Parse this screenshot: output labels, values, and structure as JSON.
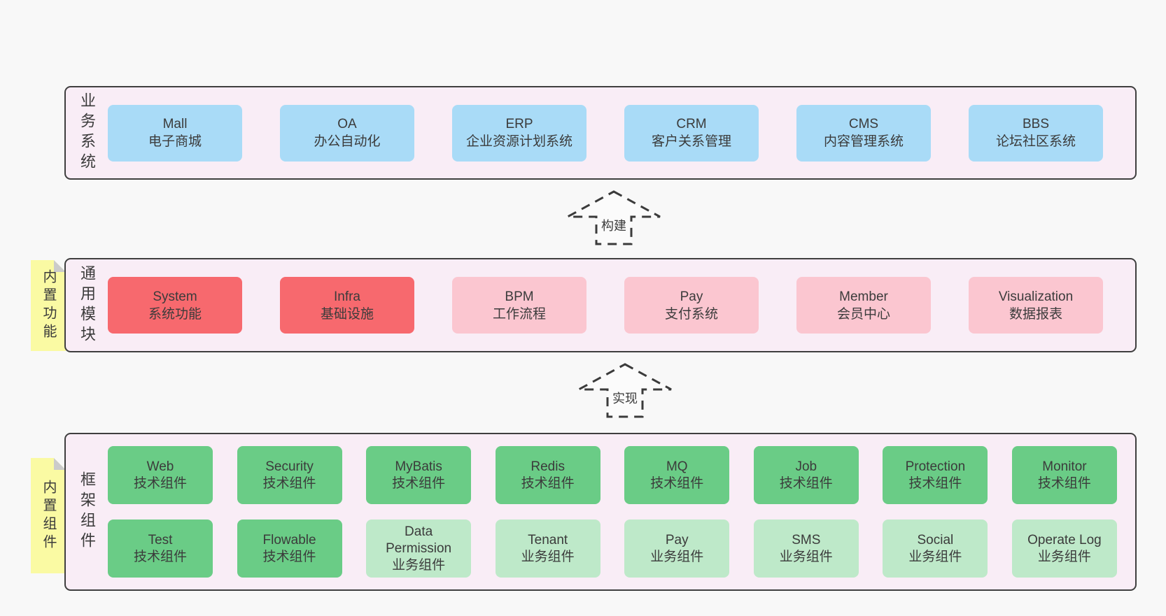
{
  "panels": [
    {
      "label": "业务系统",
      "boxes": [
        {
          "title": "Mall",
          "subtitle": "电子商城"
        },
        {
          "title": "OA",
          "subtitle": "办公自动化"
        },
        {
          "title": "ERP",
          "subtitle": "企业资源计划系统"
        },
        {
          "title": "CRM",
          "subtitle": "客户关系管理"
        },
        {
          "title": "CMS",
          "subtitle": "内容管理系统"
        },
        {
          "title": "BBS",
          "subtitle": "论坛社区系统"
        }
      ]
    },
    {
      "label": "通用模块",
      "note": "内置功能",
      "boxes": [
        {
          "title": "System",
          "subtitle": "系统功能"
        },
        {
          "title": "Infra",
          "subtitle": "基础设施"
        },
        {
          "title": "BPM",
          "subtitle": "工作流程"
        },
        {
          "title": "Pay",
          "subtitle": "支付系统"
        },
        {
          "title": "Member",
          "subtitle": "会员中心"
        },
        {
          "title": "Visualization",
          "subtitle": "数据报表"
        }
      ]
    },
    {
      "label": "框架组件",
      "note": "内置组件",
      "rows": [
        [
          {
            "title": "Web",
            "subtitle": "技术组件"
          },
          {
            "title": "Security",
            "subtitle": "技术组件"
          },
          {
            "title": "MyBatis",
            "subtitle": "技术组件"
          },
          {
            "title": "Redis",
            "subtitle": "技术组件"
          },
          {
            "title": "MQ",
            "subtitle": "技术组件"
          },
          {
            "title": "Job",
            "subtitle": "技术组件"
          },
          {
            "title": "Protection",
            "subtitle": "技术组件"
          },
          {
            "title": "Monitor",
            "subtitle": "技术组件"
          }
        ],
        [
          {
            "title": "Test",
            "subtitle": "技术组件"
          },
          {
            "title": "Flowable",
            "subtitle": "技术组件"
          },
          {
            "title": "Data Permission",
            "subtitle": "业务组件"
          },
          {
            "title": "Tenant",
            "subtitle": "业务组件"
          },
          {
            "title": "Pay",
            "subtitle": "业务组件"
          },
          {
            "title": "SMS",
            "subtitle": "业务组件"
          },
          {
            "title": "Social",
            "subtitle": "业务组件"
          },
          {
            "title": "Operate Log",
            "subtitle": "业务组件"
          }
        ]
      ]
    }
  ],
  "arrows": [
    {
      "label": "构建"
    },
    {
      "label": "实现"
    }
  ],
  "colors": {
    "page_bg": "#f8f8f8",
    "panel_bg": "#f9edf6",
    "panel_border": "#3f3f3f",
    "business_system_box": "#a9dbf7",
    "core_module_box": "#f7696e",
    "optional_module_box": "#fbc6d0",
    "tech_component_box": "#6acc86",
    "biz_component_box": "#bee9c9",
    "sticky_note": "#fafaa3",
    "note_fold": "#cbcbcb",
    "text": "#3b3b3b"
  }
}
